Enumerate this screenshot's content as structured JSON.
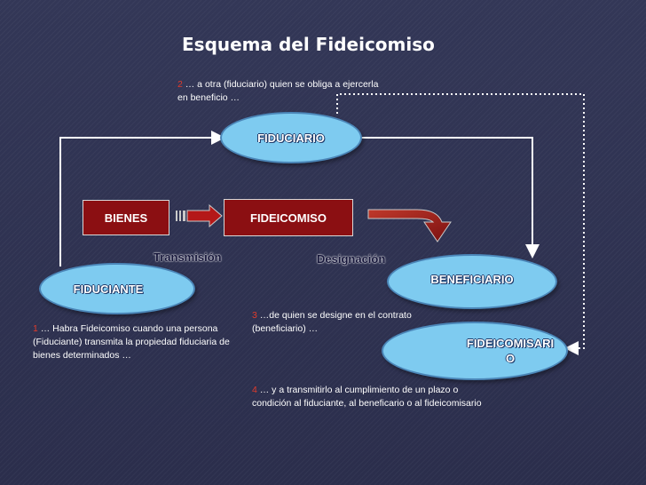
{
  "title": "Esquema del Fideicomiso",
  "nodes": {
    "fiduciario": "FIDUCIARIO",
    "fiduciante": "FIDUCIANTE",
    "beneficiario": "BENEFICIARIO",
    "fideicomisario_line1": "FIDEICOMISARI",
    "fideicomisario_line2": "O",
    "bienes": "BIENES",
    "fideicomiso": "FIDEICOMISO"
  },
  "labels": {
    "transmision": "Transmisión",
    "designacion": "Designación"
  },
  "notes": {
    "n1": {
      "num": "1",
      "text": "… Habra Fideicomiso cuando una persona (Fiduciante) transmita la propiedad fiduciaria de bienes determinados …"
    },
    "n2": {
      "num": "2",
      "text": "… a otra (fiduciario) quien se obliga a ejercerla en beneficio  …"
    },
    "n3": {
      "num": "3",
      "text": "…de quien se designe en el contrato (beneficiario)   …"
    },
    "n4": {
      "num": "4",
      "text": "… y a transmitirlo al cumplimiento de un plazo o condición al fiduciante, al beneficario o al fideicomisario"
    }
  },
  "colors": {
    "background": "#2e3150",
    "ellipse_fill": "#7ecbf0",
    "box_fill": "#8b0f12",
    "note_number": "#e23b2b"
  }
}
